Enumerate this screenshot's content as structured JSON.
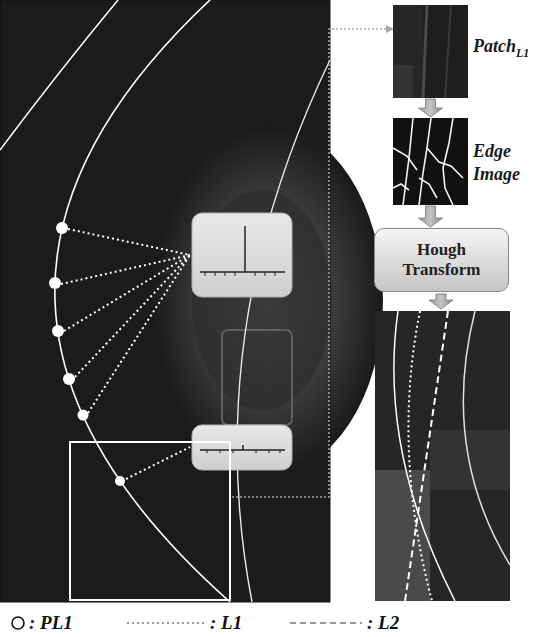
{
  "diagram": {
    "nodes": [
      {
        "text": [
          "Patch",
          "L1"
        ]
      },
      {
        "text": [
          "Edge Image"
        ]
      },
      {
        "text": [
          "Hough Transform"
        ]
      }
    ],
    "edges": [
      {
        "from": 0,
        "to": 1,
        "arrow": "to"
      },
      {
        "from": 1,
        "to": 2,
        "arrow": "to"
      }
    ],
    "legend": [
      {
        "text": ": PL1"
      },
      {
        "text": ": L1"
      },
      {
        "text": ": L2"
      }
    ]
  }
}
